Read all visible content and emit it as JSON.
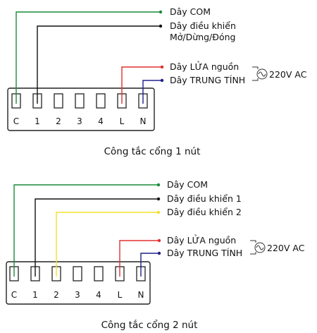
{
  "colors": {
    "com": "#1a8a3a",
    "control": "#111111",
    "control2": "#f2e030",
    "live": "#e03030",
    "neutral": "#20208a",
    "frame": "#222222"
  },
  "diagram1": {
    "labels": {
      "com": "Dây COM",
      "control_line1": "Dây điều khiển",
      "control_line2": "Mở/Dừng/Đóng",
      "live": "Dây LỬA nguồn",
      "neutral": "Dây TRUNG TÍNH",
      "ac": "220V AC"
    },
    "terminals": [
      "C",
      "1",
      "2",
      "3",
      "4",
      "L",
      "N"
    ],
    "caption": "Công tắc cổng 1 nút"
  },
  "diagram2": {
    "labels": {
      "com": "Dây COM",
      "control1": "Dây điều khiển 1",
      "control2": "Dây điều khiển 2",
      "live": "Dây LỬA nguồn",
      "neutral": "Dây TRUNG TÍNH",
      "ac": "220V AC"
    },
    "terminals": [
      "C",
      "1",
      "2",
      "3",
      "4",
      "L",
      "N"
    ],
    "caption": "Công tắc cổng 2 nút"
  }
}
